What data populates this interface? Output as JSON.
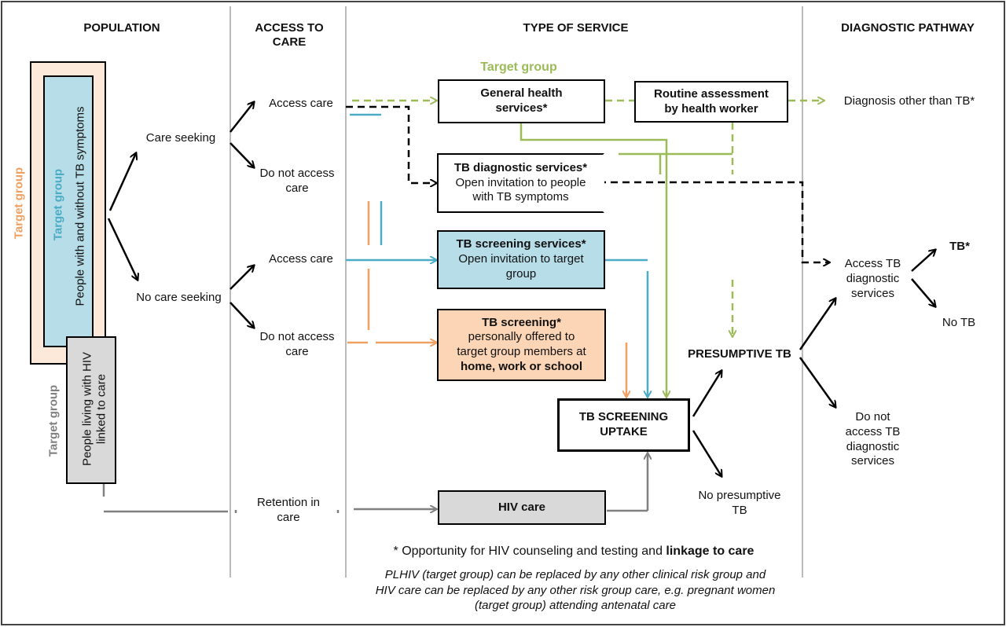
{
  "headers": {
    "population": "POPULATION",
    "access_to_care": "ACCESS TO\nCARE",
    "type_of_service": "TYPE OF SERVICE",
    "diagnostic_pathway": "DIAGNOSTIC PATHWAY"
  },
  "population": {
    "target_group_orange": "Target group",
    "target_group_blue": "Target group",
    "people_with_without_tb": "People with and without TB symptoms",
    "target_group_grey": "Target group",
    "plhiv_line1": "People living with HIV",
    "plhiv_line2": "linked to care"
  },
  "access": {
    "care_seeking": "Care seeking",
    "no_care_seeking": "No care seeking",
    "access_care_1": "Access care",
    "do_not_access_care_1": "Do not access\ncare",
    "access_care_2": "Access care",
    "do_not_access_care_2": "Do not access\ncare",
    "retention_in_care": "Retention in\ncare"
  },
  "services": {
    "target_group_label": "Target group",
    "general_health_services": "General health\nservices*",
    "routine_assessment": "Routine assessment\nby health worker",
    "tb_diagnostic_title": "TB diagnostic services*",
    "tb_diagnostic_body": "Open invitation to people\nwith TB symptoms",
    "tb_screening_services_title": "TB screening services*",
    "tb_screening_services_body": "Open invitation to target\ngroup",
    "tb_screening_title": "TB screening*",
    "tb_screening_body": "personally offered to\ntarget group members at",
    "tb_screening_places": "home, work or school",
    "tb_screening_uptake": "TB SCREENING\nUPTAKE",
    "hiv_care": "HIV care",
    "presumptive_tb": "PRESUMPTIVE TB",
    "no_presumptive_tb": "No presumptive\nTB"
  },
  "pathway": {
    "diagnosis_other_than_tb": "Diagnosis other than TB*",
    "access_tb_diagnostic": "Access TB\ndiagnostic\nservices",
    "tb": "TB*",
    "no_tb": "No TB",
    "do_not_access_tb_diagnostic": "Do not\naccess TB\ndiagnostic\nservices"
  },
  "footer": {
    "opportunity_prefix": "* Opportunity for HIV counseling and testing and ",
    "opportunity_bold": "linkage to care",
    "note": "PLHIV (target group) can be replaced by any other clinical risk group and\nHIV care can be replaced by any other risk group care, e.g. pregnant women\n(target group) attending antenatal care"
  },
  "colors": {
    "orange": "#f0a060",
    "orange_fill": "#fbd5b5",
    "peach_fill": "#fde9d9",
    "blue": "#4bacc6",
    "blue_fill": "#b7dde8",
    "green": "#9bbb59",
    "grey": "#808080",
    "grey_fill": "#d9d9d9"
  }
}
